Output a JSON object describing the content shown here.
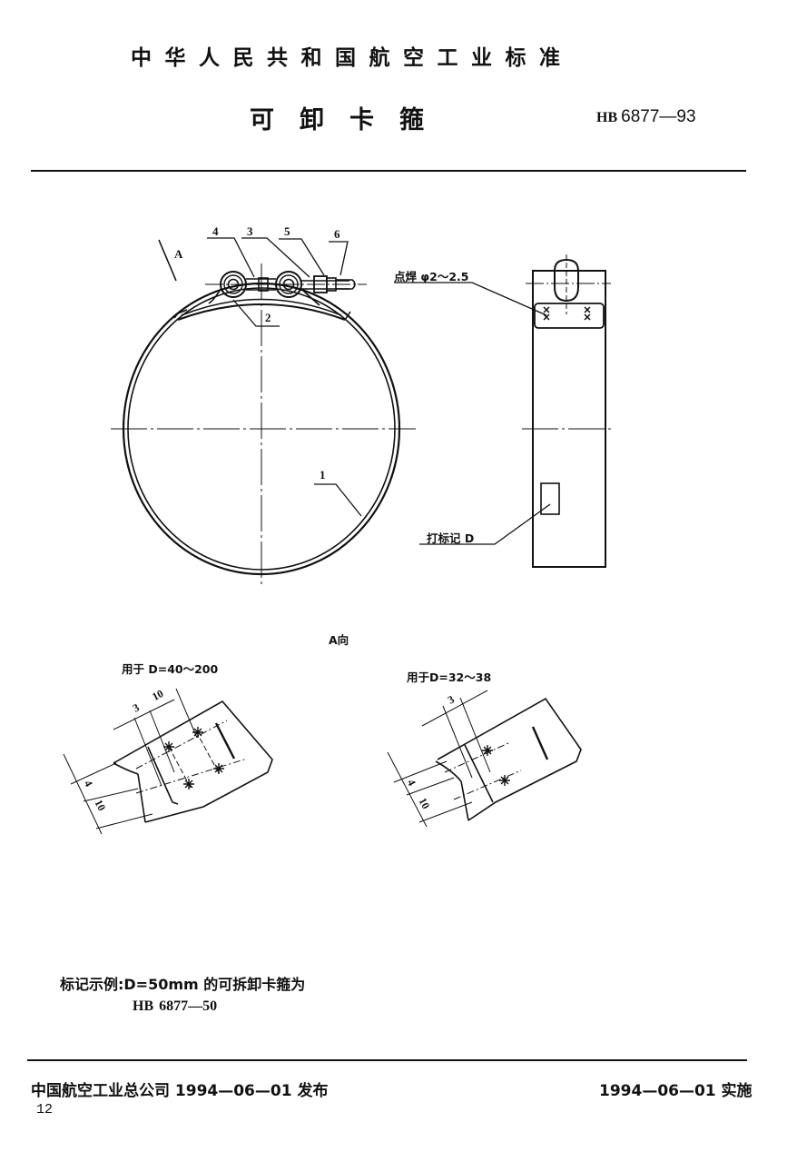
{
  "header": {
    "org_title": "中华人民共和国航空工业标准",
    "doc_title": "可卸卡箍",
    "std_prefix": "HB",
    "std_number": "6877—93"
  },
  "drawing": {
    "main_view": {
      "view_arrow_label": "A",
      "callouts": [
        "1",
        "2",
        "3",
        "4",
        "5",
        "6"
      ]
    },
    "side_view": {
      "spot_weld_note": "点焊 φ2～2.5",
      "marking_note": "打标记 D"
    },
    "view_a": {
      "title": "A向",
      "left_detail": {
        "caption": "用于 D=40～200",
        "dims": [
          "3",
          "10",
          "4",
          "10"
        ]
      },
      "right_detail": {
        "caption": "用于D=32～38",
        "dims": [
          "3",
          "4",
          "10"
        ]
      }
    }
  },
  "marking_example": {
    "line1": "标记示例:D=50mm 的可拆卸卡箍为",
    "line2_prefix": "HB",
    "line2_number": "6877—50"
  },
  "footer": {
    "issuer": "中国航空工业总公司 1994—06—01 发布",
    "effective": "1994—06—01 实施",
    "page_number": "12"
  }
}
